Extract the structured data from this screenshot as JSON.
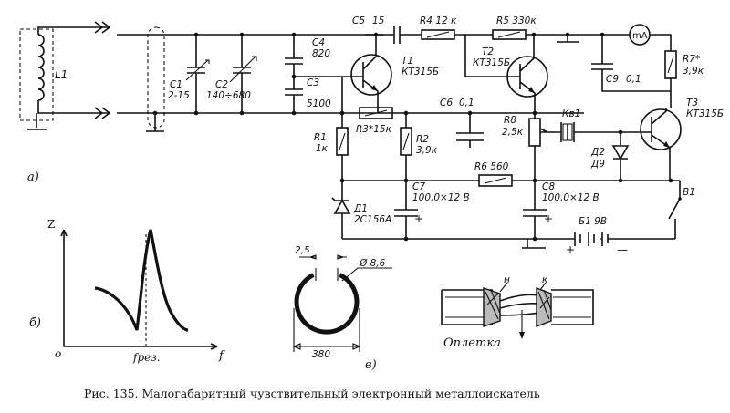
{
  "labels": {
    "l1": "L1",
    "c1": "C1",
    "c1v": "2-15",
    "c2": "C2",
    "c2v": "140÷680",
    "c4": "C4",
    "c4v": "820",
    "c3": "C3",
    "c3v": "5100",
    "c5": "C5",
    "c5v": "15",
    "r4": "R4 12 к",
    "t1": "T1",
    "t1v": "КТ315Б",
    "r5": "R5 330к",
    "t2": "T2",
    "t2v": "КТ315Б",
    "ma": "mA",
    "r7": "R7*",
    "r7v": "3,9к",
    "c9": "С9",
    "c9v": "0,1",
    "t3": "T3",
    "t3v": "КТ315Б",
    "c6": "С6",
    "c6v": "0,1",
    "r3": "R3*15к",
    "r1": "R1",
    "r1v": "1к",
    "r2": "R2",
    "r2v": "3,9к",
    "r8": "R8",
    "r8v": "2,5к",
    "kv1": "Кв1",
    "d2": "Д2",
    "d2v": "Д9",
    "r6": "R6 560",
    "c7": "С7",
    "c7v": "100,0×12 В",
    "c8": "С8",
    "c8v": "100,0×12 В",
    "b1": "В1",
    "d1": "Д1",
    "d1v": "2С156А",
    "bat": "Б1 9В",
    "plus": "+",
    "minus": "—"
  },
  "panels": {
    "a": "а)",
    "b": "б)",
    "v": "в)"
  },
  "graph": {
    "z": "Z",
    "o": "о",
    "f": "f",
    "fres": "fрез."
  },
  "ring": {
    "gap": "2,5",
    "dia": "Ø 8,6",
    "width": "380"
  },
  "braid": {
    "n": "н",
    "k": "к",
    "label": "Оплетка"
  },
  "caption": "Рис. 135. Малогабаритный чувствительный электронный металлоискатель"
}
